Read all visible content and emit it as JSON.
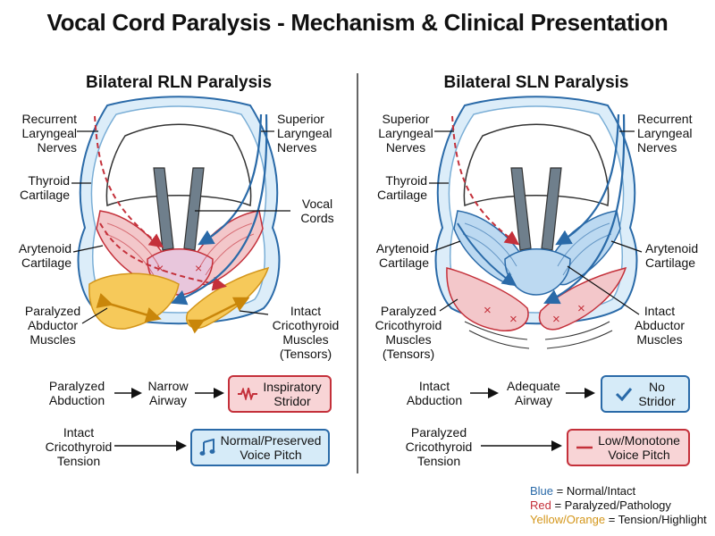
{
  "title": "Vocal Cord Paralysis - Mechanism & Clinical Presentation",
  "left": {
    "title": "Bilateral RLN Paralysis",
    "labels": {
      "rln_1": "Recurrent",
      "rln_2": "Laryngeal",
      "rln_3": "Nerves",
      "sln_1": "Superior",
      "sln_2": "Laryngeal",
      "sln_3": "Nerves",
      "thyroid_1": "Thyroid",
      "thyroid_2": "Cartilage",
      "vocal_1": "Vocal",
      "vocal_2": "Cords",
      "aryt_1": "Arytenoid",
      "aryt_2": "Cartilage",
      "abd_1": "Paralyzed",
      "abd_2": "Abductor",
      "abd_3": "Muscles",
      "crico_1": "Intact",
      "crico_2": "Cricothyroid",
      "crico_3": "Muscles",
      "crico_4": "(Tensors)"
    },
    "flow1": {
      "a_1": "Paralyzed",
      "a_2": "Abduction",
      "b_1": "Narrow",
      "b_2": "Airway",
      "c_1": "Inspiratory",
      "c_2": "Stridor"
    },
    "flow2": {
      "a_1": "Intact",
      "a_2": "Cricothyroid",
      "a_3": "Tension",
      "c_1": "Normal/Preserved",
      "c_2": "Voice Pitch"
    }
  },
  "right": {
    "title": "Bilateral SLN Paralysis",
    "labels": {
      "sln_1": "Superior",
      "sln_2": "Laryngeal",
      "sln_3": "Nerves",
      "rln_1": "Recurrent",
      "rln_2": "Laryngeal",
      "rln_3": "Nerves",
      "thyroid_1": "Thyroid",
      "thyroid_2": "Cartilage",
      "aryt_l_1": "Arytenoid",
      "aryt_l_2": "Cartilage",
      "aryt_r_1": "Arytenoid",
      "aryt_r_2": "Cartilage",
      "crico_1": "Paralyzed",
      "crico_2": "Cricothyroid",
      "crico_3": "Muscles",
      "crico_4": "(Tensors)",
      "abd_1": "Intact",
      "abd_2": "Abductor",
      "abd_3": "Muscles"
    },
    "flow1": {
      "a_1": "Intact",
      "a_2": "Abduction",
      "b_1": "Adequate",
      "b_2": "Airway",
      "c_1": "No",
      "c_2": "Stridor"
    },
    "flow2": {
      "a_1": "Paralyzed",
      "a_2": "Cricothyroid",
      "a_3": "Tension",
      "c_1": "Low/Monotone",
      "c_2": "Voice Pitch"
    }
  },
  "legend": {
    "blue_word": "Blue",
    "blue_rest": " = Normal/Intact",
    "red_word": "Red",
    "red_rest": " = Paralyzed/Pathology",
    "yellow_word": "Yellow/Orange",
    "yellow_rest": " = Tension/Highlight"
  },
  "colors": {
    "blue": "#2a6aa8",
    "red": "#c4303a",
    "yellow": "#e0a418",
    "cartilage_fill": "#dcedf9",
    "muscle_red": "#f3c7ca",
    "muscle_blue": "#bcd9f1",
    "muscle_yellow": "#f6c95a"
  },
  "icons": [
    "waveform-icon",
    "music-note-icon",
    "checkmark-icon",
    "flat-line-icon"
  ]
}
